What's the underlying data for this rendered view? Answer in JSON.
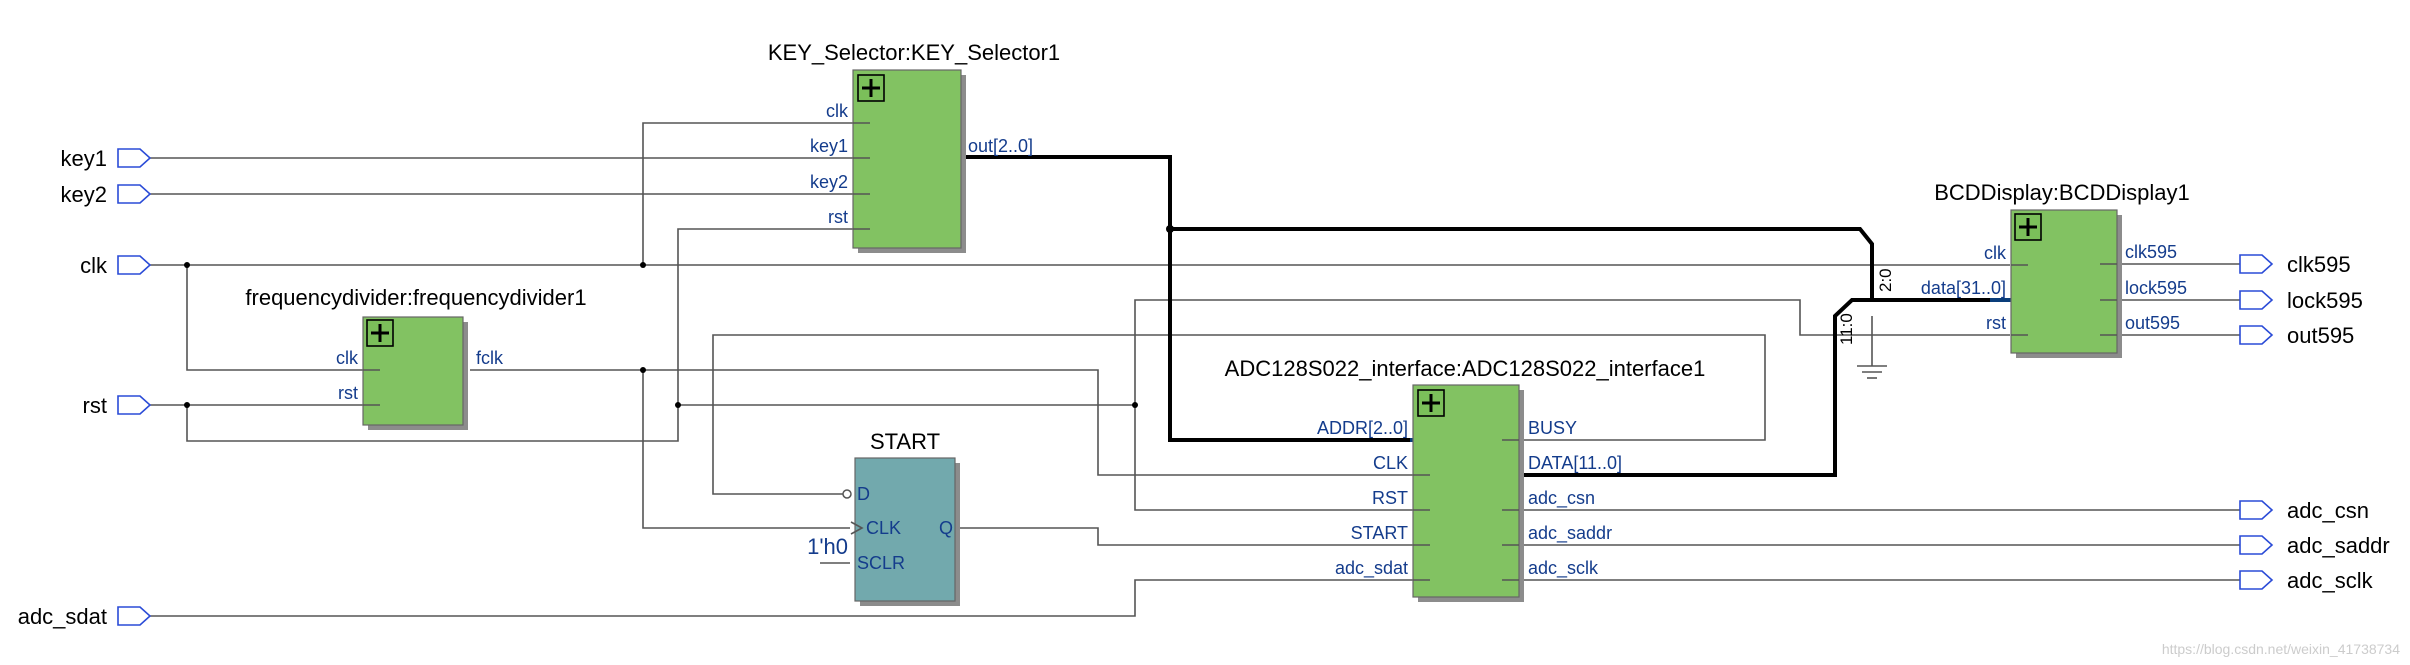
{
  "inputs": {
    "key1": "key1",
    "key2": "key2",
    "clk": "clk",
    "rst": "rst",
    "adc_sdat": "adc_sdat"
  },
  "outputs": {
    "clk595": "clk595",
    "lock595": "lock595",
    "out595": "out595",
    "adc_csn": "adc_csn",
    "adc_saddr": "adc_saddr",
    "adc_sclk": "adc_sclk"
  },
  "key_selector": {
    "title": "KEY_Selector:KEY_Selector1",
    "pin_clk": "clk",
    "pin_key1": "key1",
    "pin_key2": "key2",
    "pin_rst": "rst",
    "pin_out": "out[2..0]"
  },
  "freq_divider": {
    "title": "frequencydivider:frequencydivider1",
    "pin_clk": "clk",
    "pin_rst": "rst",
    "pin_fclk": "fclk"
  },
  "start_reg": {
    "title": "START",
    "pin_d": "D",
    "pin_clk": "CLK",
    "pin_sclr": "SCLR",
    "pin_q": "Q",
    "const": "1'h0"
  },
  "adc": {
    "title": "ADC128S022_interface:ADC128S022_interface1",
    "pin_addr": "ADDR[2..0]",
    "pin_clk": "CLK",
    "pin_rst": "RST",
    "pin_start": "START",
    "pin_sdat": "adc_sdat",
    "pin_busy": "BUSY",
    "pin_data": "DATA[11..0]",
    "pin_csn": "adc_csn",
    "pin_saddr": "adc_saddr",
    "pin_sclk": "adc_sclk"
  },
  "bcd": {
    "title": "BCDDisplay:BCDDisplay1",
    "pin_clk": "clk",
    "pin_data": "data[31..0]",
    "pin_rst": "rst",
    "pin_clk595": "clk595",
    "pin_lock595": "lock595",
    "pin_out595": "out595"
  },
  "rippers": {
    "r1": "2:0",
    "r2": "11:0"
  },
  "watermark": "https://blog.csdn.net/weixin_41738734",
  "colors": {
    "module_fill": "#82c262",
    "register_fill": "#72a9ad",
    "port_stroke": "#2a4bd7",
    "pin_text": "#143c8c"
  }
}
